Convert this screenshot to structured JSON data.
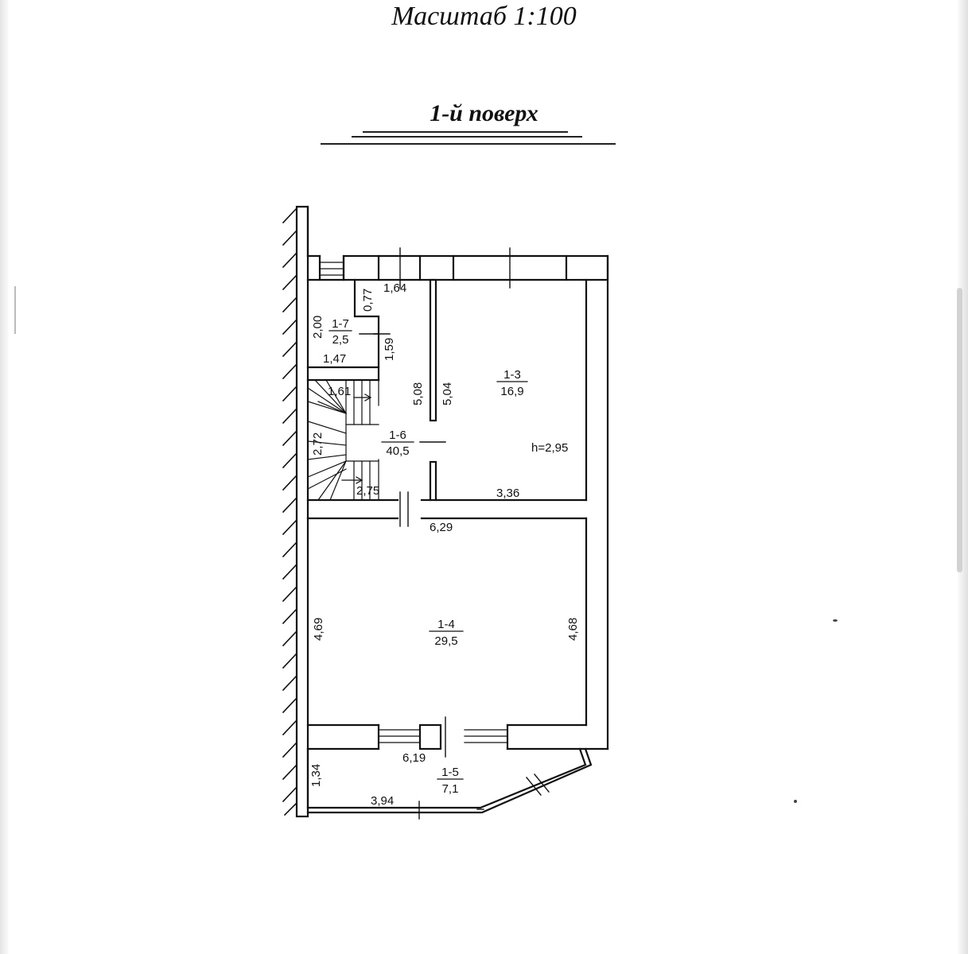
{
  "scale_title": "Масштаб 1:100",
  "floor_title": "1-й поверх",
  "rooms": [
    {
      "id": "1-7",
      "area": "2,5"
    },
    {
      "id": "1-6",
      "area": "40,5"
    },
    {
      "id": "1-3",
      "area": "16,9"
    },
    {
      "id": "1-4",
      "area": "29,5"
    },
    {
      "id": "1-5",
      "area": "7,1"
    }
  ],
  "dimensions": {
    "d_2_00": "2,00",
    "d_0_77": "0,77",
    "d_1_64": "1,64",
    "d_1_59": "1,59",
    "d_1_47": "1,47",
    "d_5_08": "5,08",
    "d_5_04": "5,04",
    "d_1_61": "1,61",
    "d_2_72": "2,72",
    "d_2_75": "2,75",
    "d_3_36": "3,36",
    "d_6_29": "6,29",
    "d_4_69": "4,69",
    "d_4_68": "4,68",
    "d_6_19": "6,19",
    "d_1_34": "1,34",
    "d_3_94": "3,94"
  },
  "ceiling_height": "h=2,95",
  "colors": {
    "ink": "#111111",
    "paper": "#ffffff"
  }
}
